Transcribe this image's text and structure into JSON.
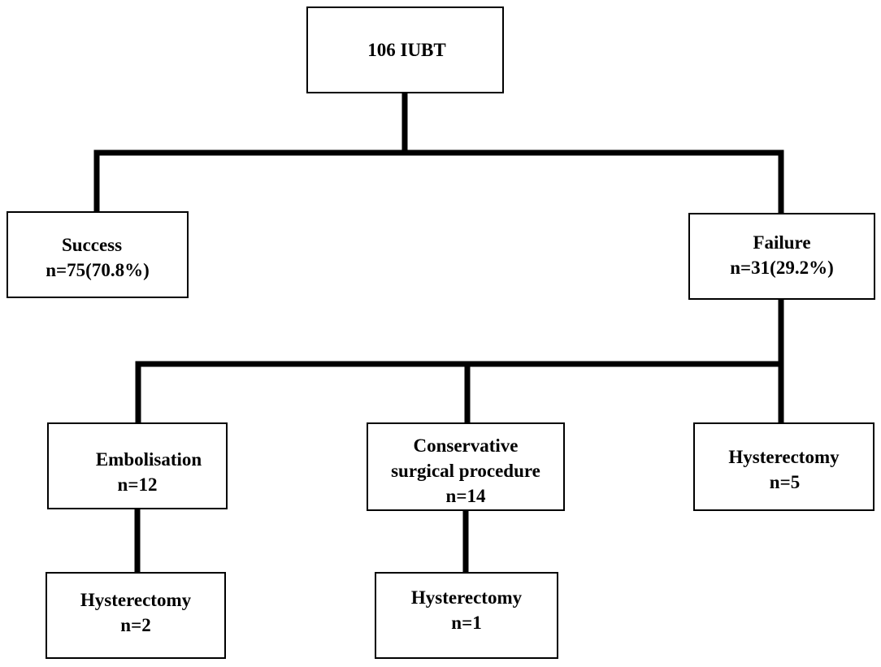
{
  "diagram": {
    "root": {
      "label": "106 IUBT"
    },
    "outcomes": {
      "success": {
        "title": "Success",
        "count": "n=75(70.8%)"
      },
      "failure": {
        "title": "Failure",
        "count": "n=31(29.2%)"
      }
    },
    "failure_branches": {
      "embolisation": {
        "title": "Embolisation",
        "count": "n=12"
      },
      "conservative": {
        "title_line1": "Conservative",
        "title_line2": "surgical procedure",
        "count": "n=14"
      },
      "hysterectomy": {
        "title": "Hysterectomy",
        "count": "n=5"
      }
    },
    "secondary": {
      "after_embolisation": {
        "title": "Hysterectomy",
        "count": "n=2"
      },
      "after_conservative": {
        "title": "Hysterectomy",
        "count": "n=1"
      }
    }
  }
}
